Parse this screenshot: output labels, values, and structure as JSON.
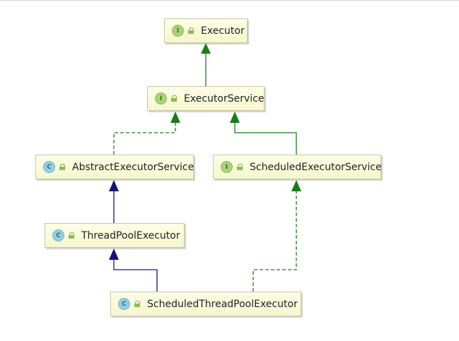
{
  "colors": {
    "interface_edge": "#1a7d1a",
    "class_edge": "#141478",
    "node_fill": "#fbfbdc",
    "node_border": "#c9c9a0"
  },
  "nodes": {
    "executor": {
      "label": "Executor",
      "kind": "interface",
      "kind_letter": "I"
    },
    "executor_service": {
      "label": "ExecutorService",
      "kind": "interface",
      "kind_letter": "I"
    },
    "abstract_executor_service": {
      "label": "AbstractExecutorService",
      "kind": "class",
      "kind_letter": "C"
    },
    "scheduled_executor_service": {
      "label": "ScheduledExecutorService",
      "kind": "interface",
      "kind_letter": "I"
    },
    "thread_pool_executor": {
      "label": "ThreadPoolExecutor",
      "kind": "class",
      "kind_letter": "C"
    },
    "scheduled_thread_pool_executor": {
      "label": "ScheduledThreadPoolExecutor",
      "kind": "class",
      "kind_letter": "C"
    }
  },
  "edges": [
    {
      "from": "ExecutorService",
      "to": "Executor",
      "relation": "extends",
      "style": "solid",
      "color": "#1a7d1a"
    },
    {
      "from": "AbstractExecutorService",
      "to": "ExecutorService",
      "relation": "implements",
      "style": "dashed",
      "color": "#1a7d1a"
    },
    {
      "from": "ScheduledExecutorService",
      "to": "ExecutorService",
      "relation": "extends",
      "style": "solid",
      "color": "#1a7d1a"
    },
    {
      "from": "ThreadPoolExecutor",
      "to": "AbstractExecutorService",
      "relation": "extends",
      "style": "solid",
      "color": "#141478"
    },
    {
      "from": "ScheduledThreadPoolExecutor",
      "to": "ThreadPoolExecutor",
      "relation": "extends",
      "style": "solid",
      "color": "#141478"
    },
    {
      "from": "ScheduledThreadPoolExecutor",
      "to": "ScheduledExecutorService",
      "relation": "implements",
      "style": "dashed",
      "color": "#1a7d1a"
    }
  ]
}
